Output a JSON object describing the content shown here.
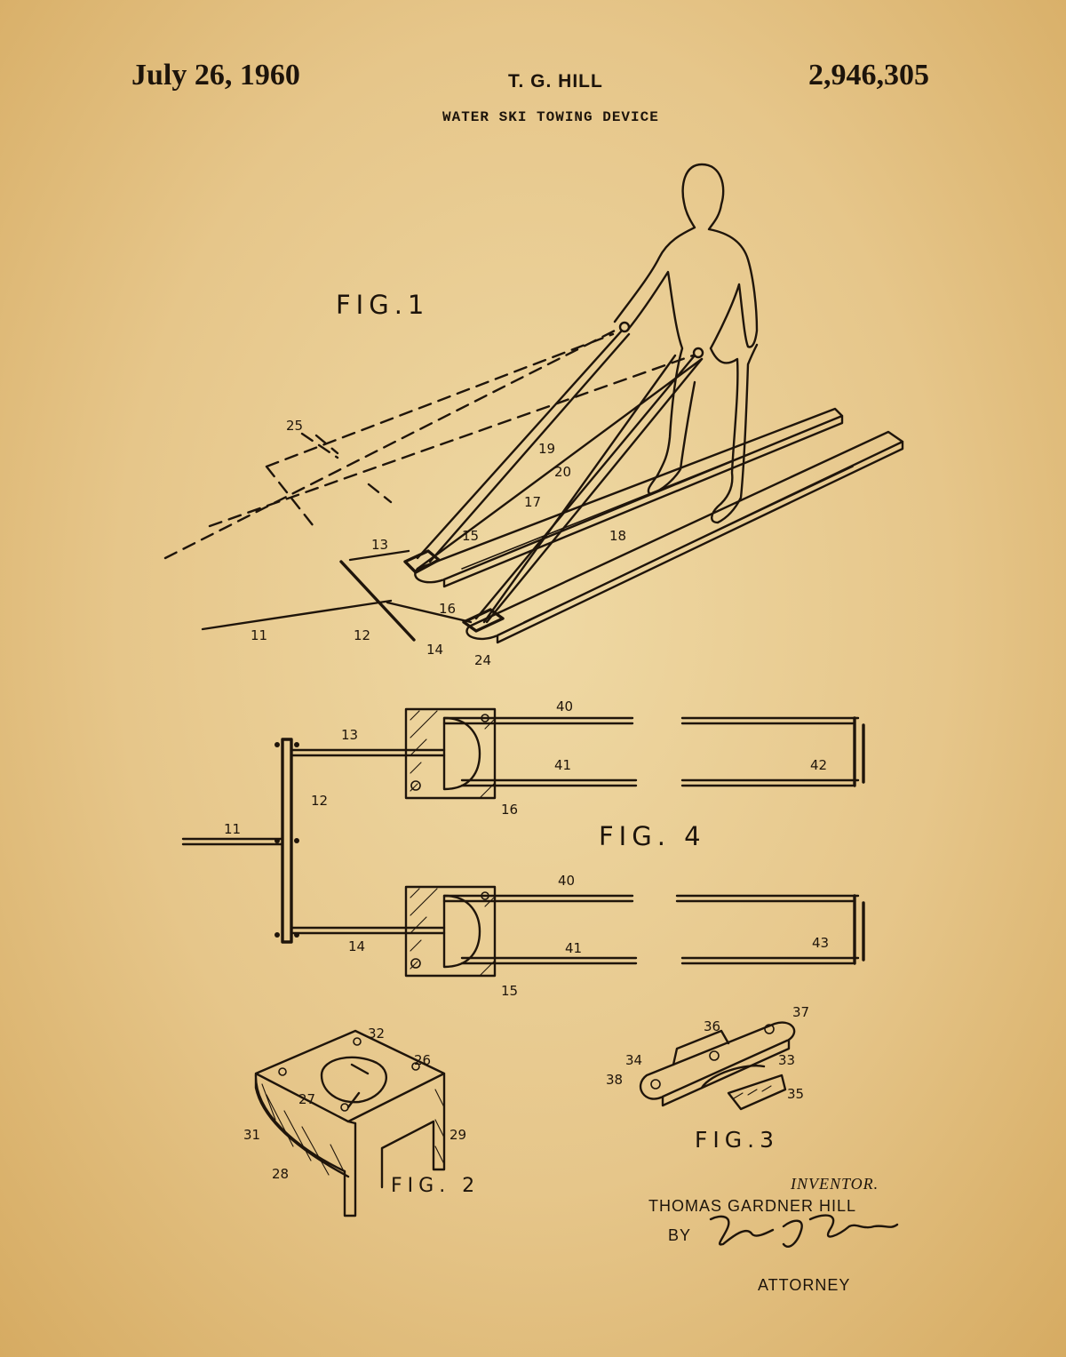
{
  "header": {
    "date": "July 26, 1960",
    "inventor": "T. G. HILL",
    "patent_number": "2,946,305",
    "title": "WATER SKI TOWING DEVICE"
  },
  "figures": {
    "fig1": "FIG.1",
    "fig2": "FIG. 2",
    "fig3": "FIG.3",
    "fig4": "FIG. 4"
  },
  "reference_numerals": {
    "fig1": [
      "25",
      "19",
      "20",
      "17",
      "13",
      "15",
      "18",
      "16",
      "11",
      "12",
      "14",
      "24"
    ],
    "fig4": [
      "40",
      "13",
      "41",
      "42",
      "12",
      "16",
      "11",
      "40",
      "14",
      "41",
      "43",
      "15"
    ],
    "fig2": [
      "32",
      "26",
      "27",
      "31",
      "29",
      "28"
    ],
    "fig3": [
      "37",
      "36",
      "34",
      "33",
      "38",
      "35"
    ]
  },
  "signature_block": {
    "inventor_label": "INVENTOR.",
    "inventor_name": "THOMAS GARDNER HILL",
    "by": "BY",
    "attorney": "ATTORNEY"
  },
  "colors": {
    "paper": "#e6c98e",
    "ink": "#1f150b"
  }
}
